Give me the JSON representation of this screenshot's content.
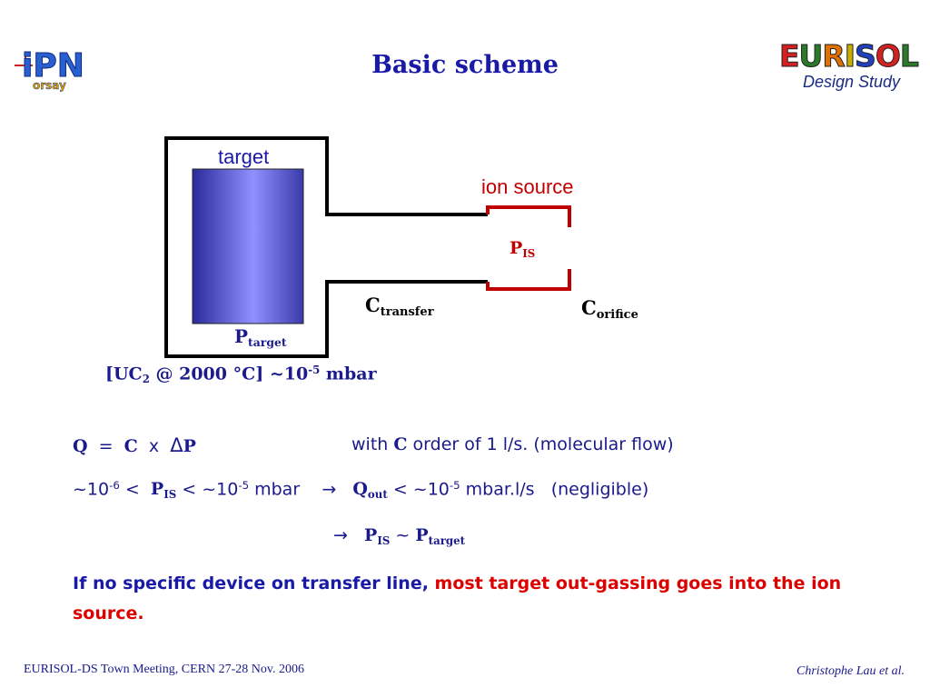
{
  "title": "Basic scheme",
  "logos": {
    "ipn_letters": "iPN",
    "ipn_sub": "orsay",
    "eurisol_letters": [
      "E",
      "U",
      "R",
      "I",
      "S",
      "O",
      "L"
    ],
    "eurisol_colors": [
      "#d42020",
      "#2a7a2a",
      "#e07000",
      "#c8b000",
      "#2040c0",
      "#d42020",
      "#2a7a2a"
    ],
    "eurisol_sub": "Design Study"
  },
  "diagram": {
    "target_label": "target",
    "ion_source_label": "ion source",
    "p_target": {
      "main": "P",
      "sub": "target"
    },
    "p_is": {
      "main": "P",
      "sub": "IS"
    },
    "c_transfer": {
      "main": "C",
      "sub": "transfer"
    },
    "c_orifice": {
      "main": "C",
      "sub": "orifice"
    },
    "conditions": {
      "a": "[UC",
      "b": "2",
      "c": " @ 2000 °C]  ~10",
      "d": "-5",
      "e": " mbar"
    }
  },
  "colors": {
    "title_blue": "#1a1aa8",
    "ion_source_red": "#c00000",
    "highlight_red": "#dd0000",
    "target_fill_light": "#9090ff",
    "target_fill_dark": "#2a2a9a"
  },
  "line1": {
    "q": "Q",
    "eq": "=",
    "c": "C",
    "x": "x",
    "delta": "Δ",
    "p": "P",
    "with": "with",
    "c2": "C",
    "rest": "order of 1 l/s.  (molecular flow)"
  },
  "line2": {
    "a": "~10",
    "a_exp": "-6",
    "lt1": "<",
    "p": "P",
    "p_sub": "IS",
    "lt2": "<  ~10",
    "b_exp": "-5",
    "mbar": "mbar",
    "arrow": "→",
    "q": "Q",
    "q_sub": "out",
    "lt3": "< ~10",
    "c_exp": "-5",
    "unit": "mbar.l/s",
    "note": "(negligible)"
  },
  "line3": {
    "arrow": "→",
    "p1": "P",
    "p1_sub": "IS",
    "sim": "~",
    "p2": "P",
    "p2_sub": "target"
  },
  "conclusion": {
    "blue": "If no specific device on transfer line, ",
    "red": "most target out-gassing goes into the ion source."
  },
  "footer": {
    "left": "EURISOL-DS Town Meeting, CERN 27-28 Nov. 2006",
    "right": "Christophe Lau et al."
  }
}
